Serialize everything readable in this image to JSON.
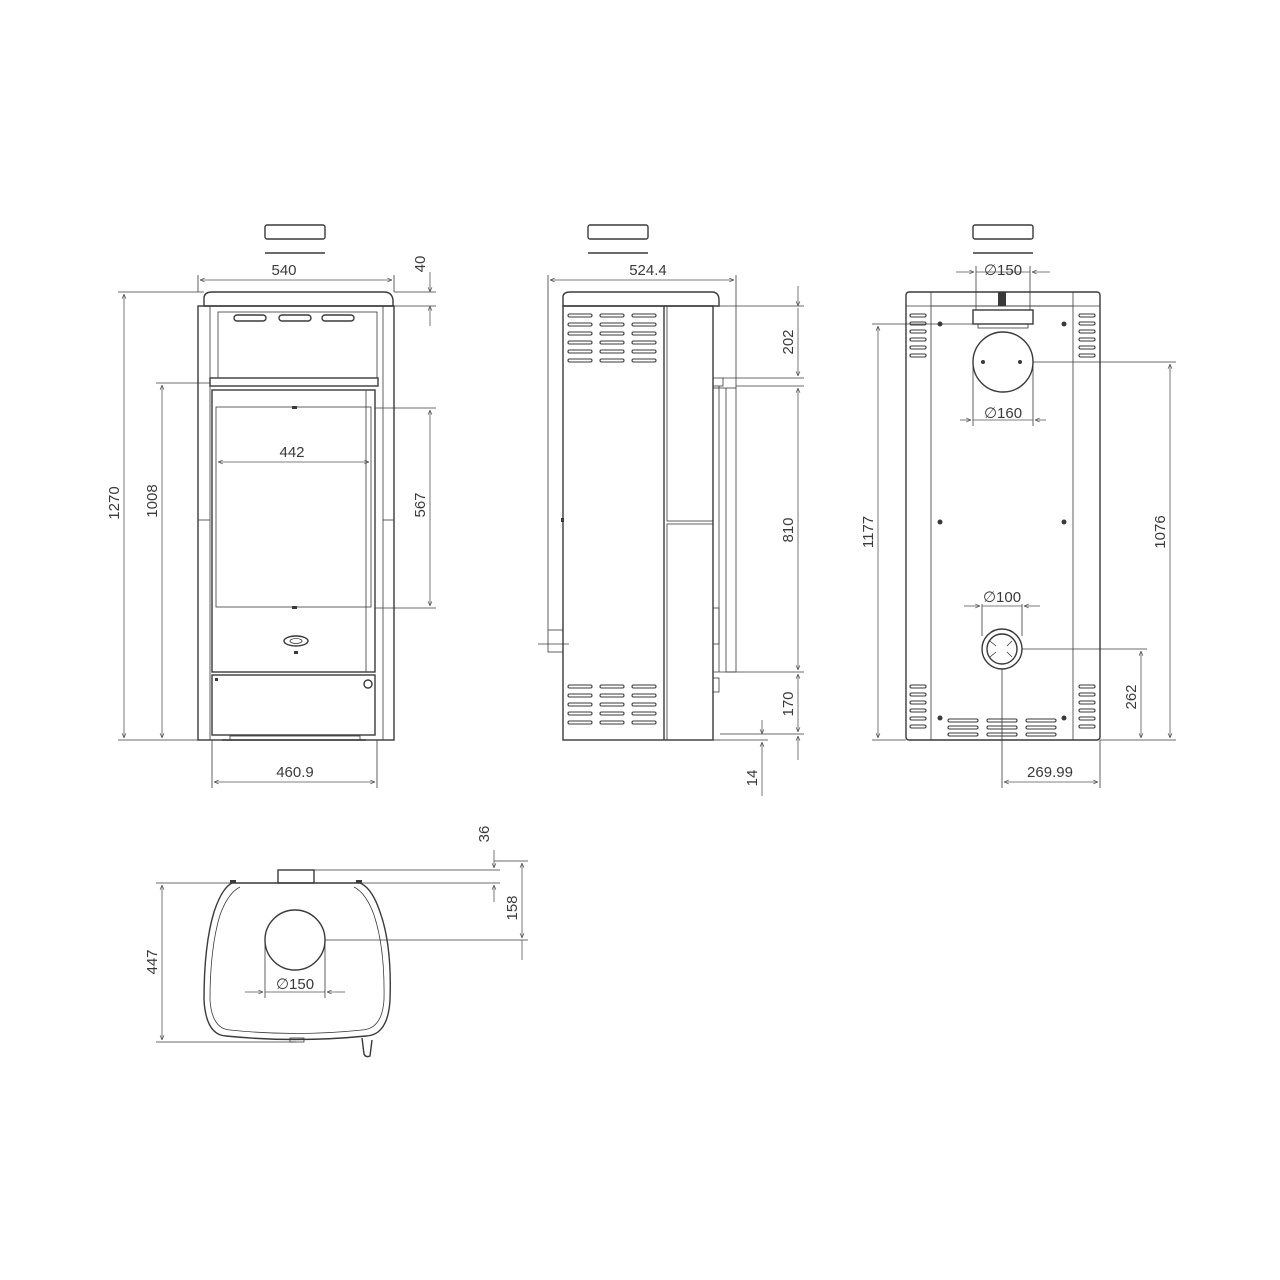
{
  "front": {
    "width_top": "540",
    "top_offset": "40",
    "height_total": "1270",
    "height_door": "1008",
    "glass_width": "442",
    "glass_height": "567",
    "base_width": "460.9"
  },
  "side": {
    "depth": "524.4",
    "top_to_outlet": "202",
    "door_height": "810",
    "base_height": "170",
    "foot_height": "14"
  },
  "back": {
    "top_flue_dia": "150",
    "rear_flue_dia": "160",
    "air_inlet_dia": "100",
    "rear_flue_height": "1177",
    "rear_flue_center_height": "1076",
    "air_inlet_height": "262",
    "air_inlet_offset": "269.99"
  },
  "top": {
    "flue_offset": "36",
    "flue_center": "158",
    "depth": "447",
    "flue_dia": "150"
  },
  "symbols": {
    "diameter": "∅"
  }
}
